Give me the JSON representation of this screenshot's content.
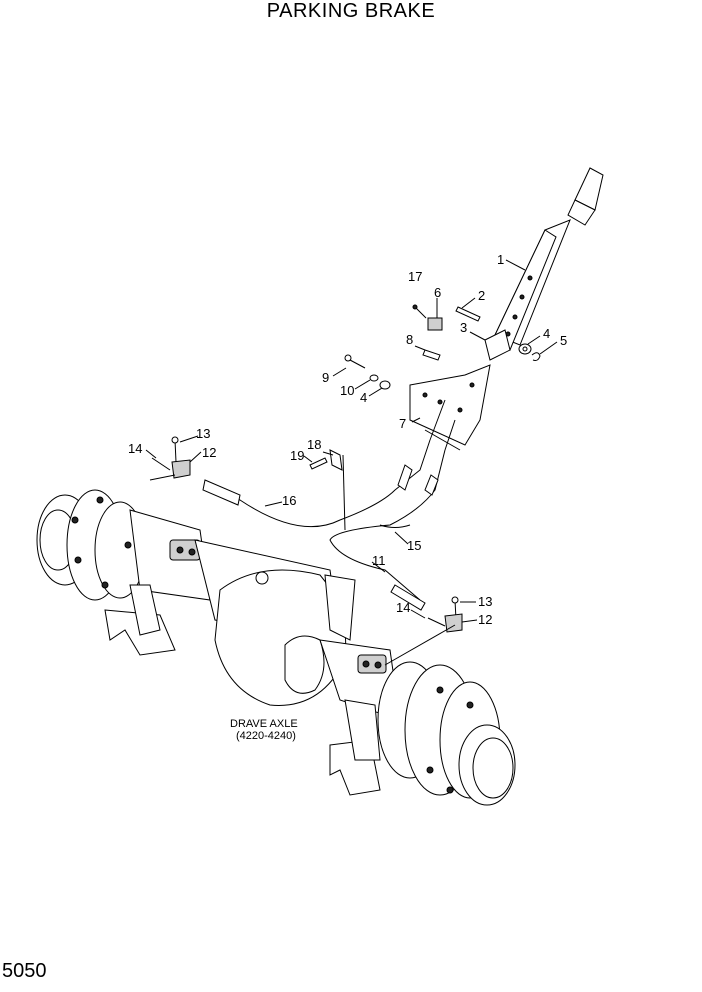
{
  "title": "PARKING BRAKE",
  "page_number": "5050",
  "axle_note": {
    "line1": "DRAVE AXLE",
    "line2": "(4220-4240)"
  },
  "callouts": {
    "c1": "1",
    "c2": "2",
    "c3": "3",
    "c4a": "4",
    "c4b": "4",
    "c5": "5",
    "c6": "6",
    "c7": "7",
    "c8": "8",
    "c9": "9",
    "c10": "10",
    "c11": "11",
    "c12a": "12",
    "c12b": "12",
    "c13a": "13",
    "c13b": "13",
    "c14a": "14",
    "c14b": "14",
    "c15": "15",
    "c16": "16",
    "c17": "17",
    "c18": "18",
    "c19": "19"
  }
}
